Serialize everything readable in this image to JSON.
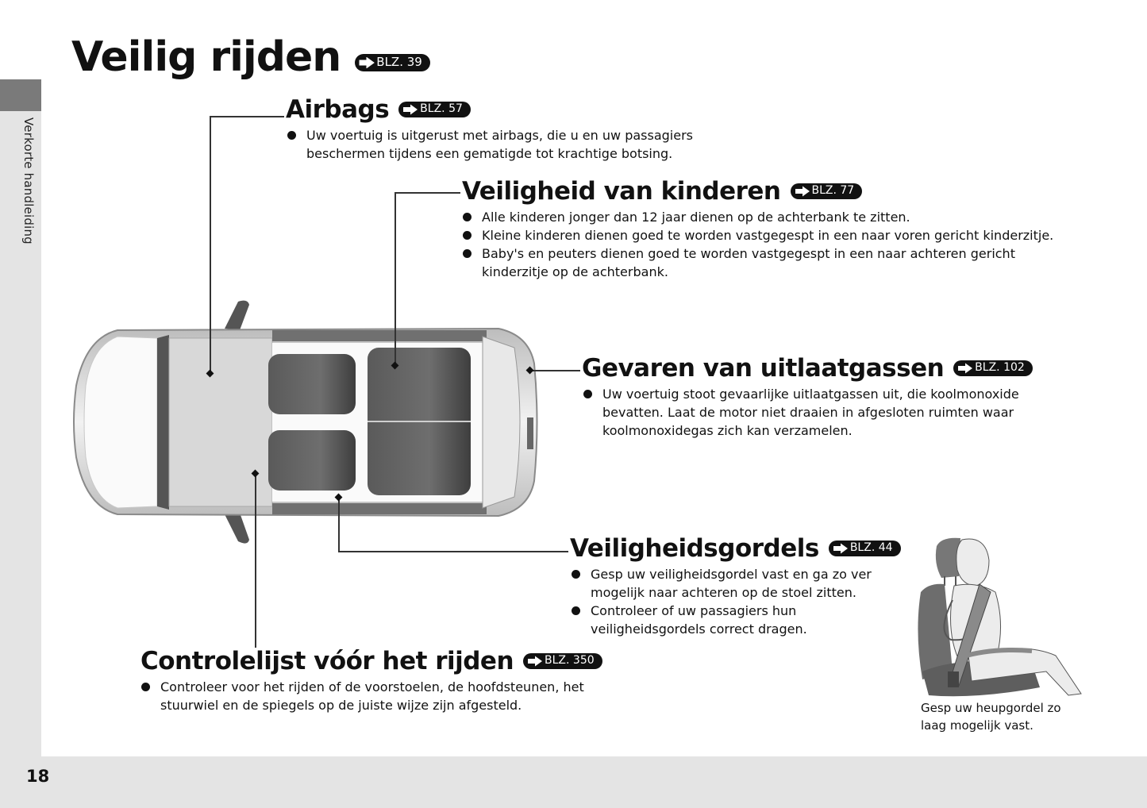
{
  "sidebar": {
    "section_label": "Verkorte handleiding"
  },
  "page": {
    "title": "Veilig rijden",
    "title_ref": "BLZ. 39",
    "number": "18"
  },
  "sections": {
    "airbags": {
      "title": "Airbags",
      "ref": "BLZ. 57",
      "bullets": [
        "Uw voertuig is uitgerust met airbags, die u en uw passagiers beschermen tijdens een gematigde tot krachtige botsing."
      ]
    },
    "child_safety": {
      "title": "Veiligheid van kinderen",
      "ref": "BLZ. 77",
      "bullets": [
        "Alle kinderen jonger dan 12 jaar dienen op de achterbank te zitten.",
        "Kleine kinderen dienen goed te worden vastgegespt in een naar voren gericht kinderzitje.",
        "Baby's en peuters dienen goed te worden vastgegespt in een naar achteren gericht kinderzitje op de achterbank."
      ]
    },
    "exhaust": {
      "title": "Gevaren van uitlaatgassen",
      "ref": "BLZ. 102",
      "bullets": [
        "Uw voertuig stoot gevaarlijke uitlaatgassen uit, die koolmonoxide bevatten. Laat de motor niet draaien in afgesloten ruimten waar koolmonoxidegas zich kan verzamelen."
      ]
    },
    "seatbelts": {
      "title": "Veiligheidsgordels",
      "ref": "BLZ. 44",
      "bullets": [
        "Gesp uw veiligheidsgordel vast en ga zo ver mogelijk naar achteren op de stoel zitten.",
        "Controleer of uw passagiers hun veiligheidsgordels correct dragen."
      ]
    },
    "checklist": {
      "title": "Controlelijst vóór het rijden",
      "ref": "BLZ. 350",
      "bullets": [
        "Controleer voor het rijden of de voorstoelen, de hoofdsteunen, het stuurwiel en de spiegels op de juiste wijze zijn afgesteld."
      ]
    }
  },
  "illustrations": {
    "car": "car-top-view",
    "seatbelt": "person-wearing-seatbelt",
    "seatbelt_caption_line1": "Gesp uw heupgordel zo",
    "seatbelt_caption_line2": "laag mogelijk vast."
  }
}
